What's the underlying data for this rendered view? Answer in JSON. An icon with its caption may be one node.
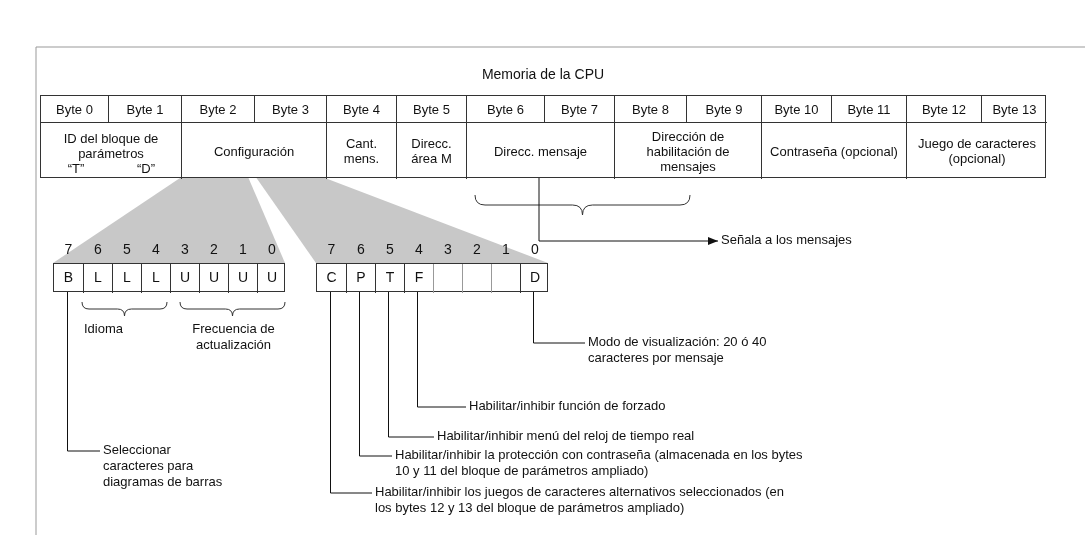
{
  "diagram": {
    "nodes": [
      {
        "text": [
          "Memoria de la CPU"
        ]
      },
      {
        "text": [
          "Byte 0"
        ],
        "in": 0
      },
      {
        "text": [
          "Byte 1"
        ],
        "in": 0
      },
      {
        "text": [
          "Byte 2"
        ],
        "in": 0
      },
      {
        "text": [
          "Byte 3"
        ],
        "in": 0
      },
      {
        "text": [
          "Byte 4"
        ],
        "in": 0
      },
      {
        "text": [
          "Byte 5"
        ],
        "in": 0
      },
      {
        "text": [
          "Byte 6"
        ],
        "in": 0
      },
      {
        "text": [
          "Byte 7"
        ],
        "in": 0
      },
      {
        "text": [
          "Byte 8"
        ],
        "in": 0
      },
      {
        "text": [
          "Byte 9"
        ],
        "in": 0
      },
      {
        "text": [
          "Byte 10"
        ],
        "in": 0
      },
      {
        "text": [
          "Byte 11"
        ],
        "in": 0
      },
      {
        "text": [
          "Byte 12"
        ],
        "in": 0
      },
      {
        "text": [
          "Byte 13"
        ],
        "in": 0
      },
      {
        "text": [
          "ID del bloque de parámetros",
          "“T”",
          "“D”"
        ],
        "in": 0
      },
      {
        "text": [
          "Configuración"
        ],
        "in": 0
      },
      {
        "text": [
          "Cant. mens."
        ],
        "in": 0
      },
      {
        "text": [
          "Direcc. área M"
        ],
        "in": 0
      },
      {
        "text": [
          "Direcc. mensaje"
        ],
        "in": 0
      },
      {
        "text": [
          "Dirección de habilitación de mensajes"
        ],
        "in": 0
      },
      {
        "text": [
          "Contraseña (opcional)"
        ],
        "in": 0
      },
      {
        "text": [
          "Juego de caracteres (opcional)"
        ],
        "in": 0
      },
      {
        "text": [],
        "shape": "box"
      },
      {
        "text": [
          "B"
        ],
        "in": 23,
        "beside": [
          "7"
        ]
      },
      {
        "text": [
          "L"
        ],
        "in": 23,
        "beside": [
          "6"
        ]
      },
      {
        "text": [
          "L"
        ],
        "in": 23,
        "beside": [
          "5"
        ]
      },
      {
        "text": [
          "L"
        ],
        "in": 23,
        "beside": [
          "4"
        ]
      },
      {
        "text": [
          "U"
        ],
        "in": 23,
        "beside": [
          "3"
        ]
      },
      {
        "text": [
          "U"
        ],
        "in": 23,
        "beside": [
          "2"
        ]
      },
      {
        "text": [
          "U"
        ],
        "in": 23,
        "beside": [
          "1"
        ]
      },
      {
        "text": [
          "U"
        ],
        "in": 23,
        "beside": [
          "0"
        ]
      },
      {
        "text": [],
        "shape": "box"
      },
      {
        "text": [
          "C"
        ],
        "in": 32,
        "beside": [
          "7"
        ]
      },
      {
        "text": [
          "P"
        ],
        "in": 32,
        "beside": [
          "6"
        ]
      },
      {
        "text": [
          "T"
        ],
        "in": 32,
        "beside": [
          "5"
        ]
      },
      {
        "text": [
          "F"
        ],
        "in": 32,
        "beside": [
          "4"
        ]
      },
      {
        "text": [],
        "shape": "box",
        "in": 32,
        "beside": [
          "3"
        ]
      },
      {
        "text": [],
        "shape": "box",
        "in": 32,
        "beside": [
          "2"
        ]
      },
      {
        "text": [],
        "shape": "box",
        "in": 32,
        "beside": [
          "1"
        ]
      },
      {
        "text": [
          "D"
        ],
        "in": 32,
        "beside": [
          "0"
        ]
      },
      {
        "text": [
          "Señala a los mensajes"
        ]
      },
      {
        "text": [
          "Modo de visualización: 20 ó 40 caracteres por mensaje"
        ]
      },
      {
        "text": [
          "Habilitar/inhibir función de forzado"
        ]
      },
      {
        "text": [
          "Habilitar/inhibir menú del reloj de tiempo real"
        ]
      },
      {
        "text": [
          "Seleccionar caracteres para diagramas de barras"
        ]
      },
      {
        "text": [
          "Habilitar/inhibir la protección con contraseña (almacenada en los bytes 10 y 11 del bloque de parámetros ampliado)"
        ]
      },
      {
        "text": [
          "Habilitar/inhibir los juegos de caracteres alternativos seleccionados (en los bytes 12 y 13 del bloque de parámetros ampliado)"
        ]
      }
    ],
    "edges": [
      {
        "from": 16,
        "to": 23,
        "arrow": "none",
        "style": "thick",
        "color": "#c8c8c8"
      },
      {
        "from": 16,
        "to": 32,
        "arrow": "none",
        "style": "thick",
        "color": "#c8c8c8"
      },
      {
        "from": 19,
        "to": 41,
        "arrow": "to"
      },
      {
        "from": 42,
        "to": 40,
        "arrow": "none"
      },
      {
        "from": 43,
        "to": 36,
        "arrow": "none"
      },
      {
        "from": 44,
        "to": 35,
        "arrow": "none"
      },
      {
        "from": 45,
        "to": 24,
        "arrow": "none"
      },
      {
        "from": 46,
        "to": 34,
        "arrow": "none"
      },
      {
        "from": 47,
        "to": 33,
        "arrow": "none"
      }
    ],
    "labels": [
      "Idioma",
      "Frecuencia de actualización"
    ]
  }
}
